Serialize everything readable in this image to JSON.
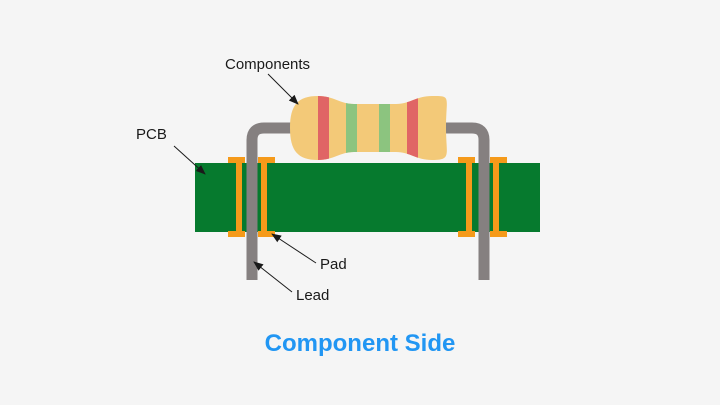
{
  "labels": {
    "components": "Components",
    "pcb": "PCB",
    "pad": "Pad",
    "lead": "Lead"
  },
  "caption": "Component Side",
  "colors": {
    "background": "#f5f5f5",
    "pcb": "#067a2e",
    "pad": "#f59a1a",
    "lead": "#858080",
    "resistor_body": "#f3c978",
    "band_red": "#e06565",
    "band_green": "#8cc47f",
    "caption": "#2196f3",
    "text": "#1a1a1a"
  }
}
